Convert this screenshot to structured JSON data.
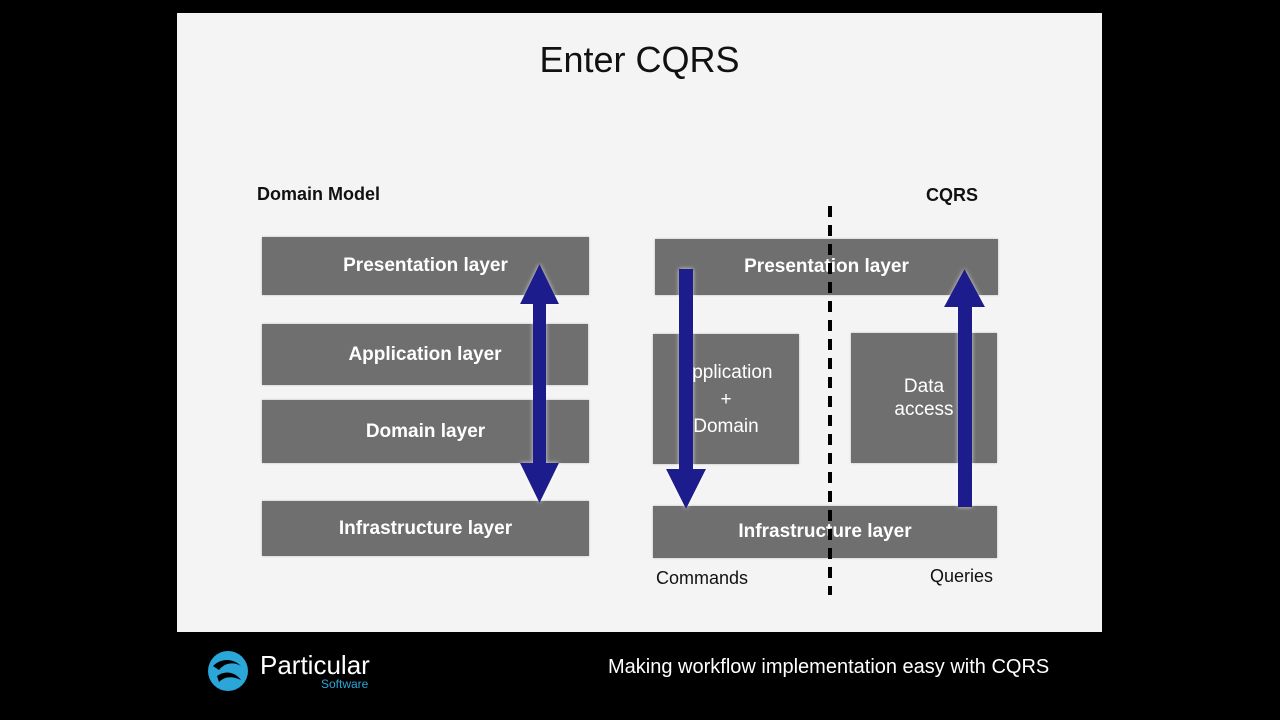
{
  "slide": {
    "title": "Enter CQRS",
    "left_heading": "Domain Model",
    "right_heading": "CQRS",
    "left_layers": {
      "presentation": "Presentation layer",
      "application": "Application layer",
      "domain": "Domain layer",
      "infrastructure": "Infrastructure layer"
    },
    "right_layers": {
      "presentation": "Presentation layer",
      "app_domain_line1": "Application",
      "app_domain_line2": "+",
      "app_domain_line3": "Domain",
      "data_access_line1": "Data",
      "data_access_line2": "access",
      "infrastructure": "Infrastructure layer"
    },
    "labels": {
      "commands": "Commands",
      "queries": "Queries"
    }
  },
  "footer": {
    "logo_word": "Particular",
    "logo_sub": "Software",
    "tagline": "Making workflow implementation easy with CQRS"
  },
  "colors": {
    "box": "#6f6f6f",
    "arrow": "#1e1e8c",
    "logo": "#2aa6d8"
  }
}
